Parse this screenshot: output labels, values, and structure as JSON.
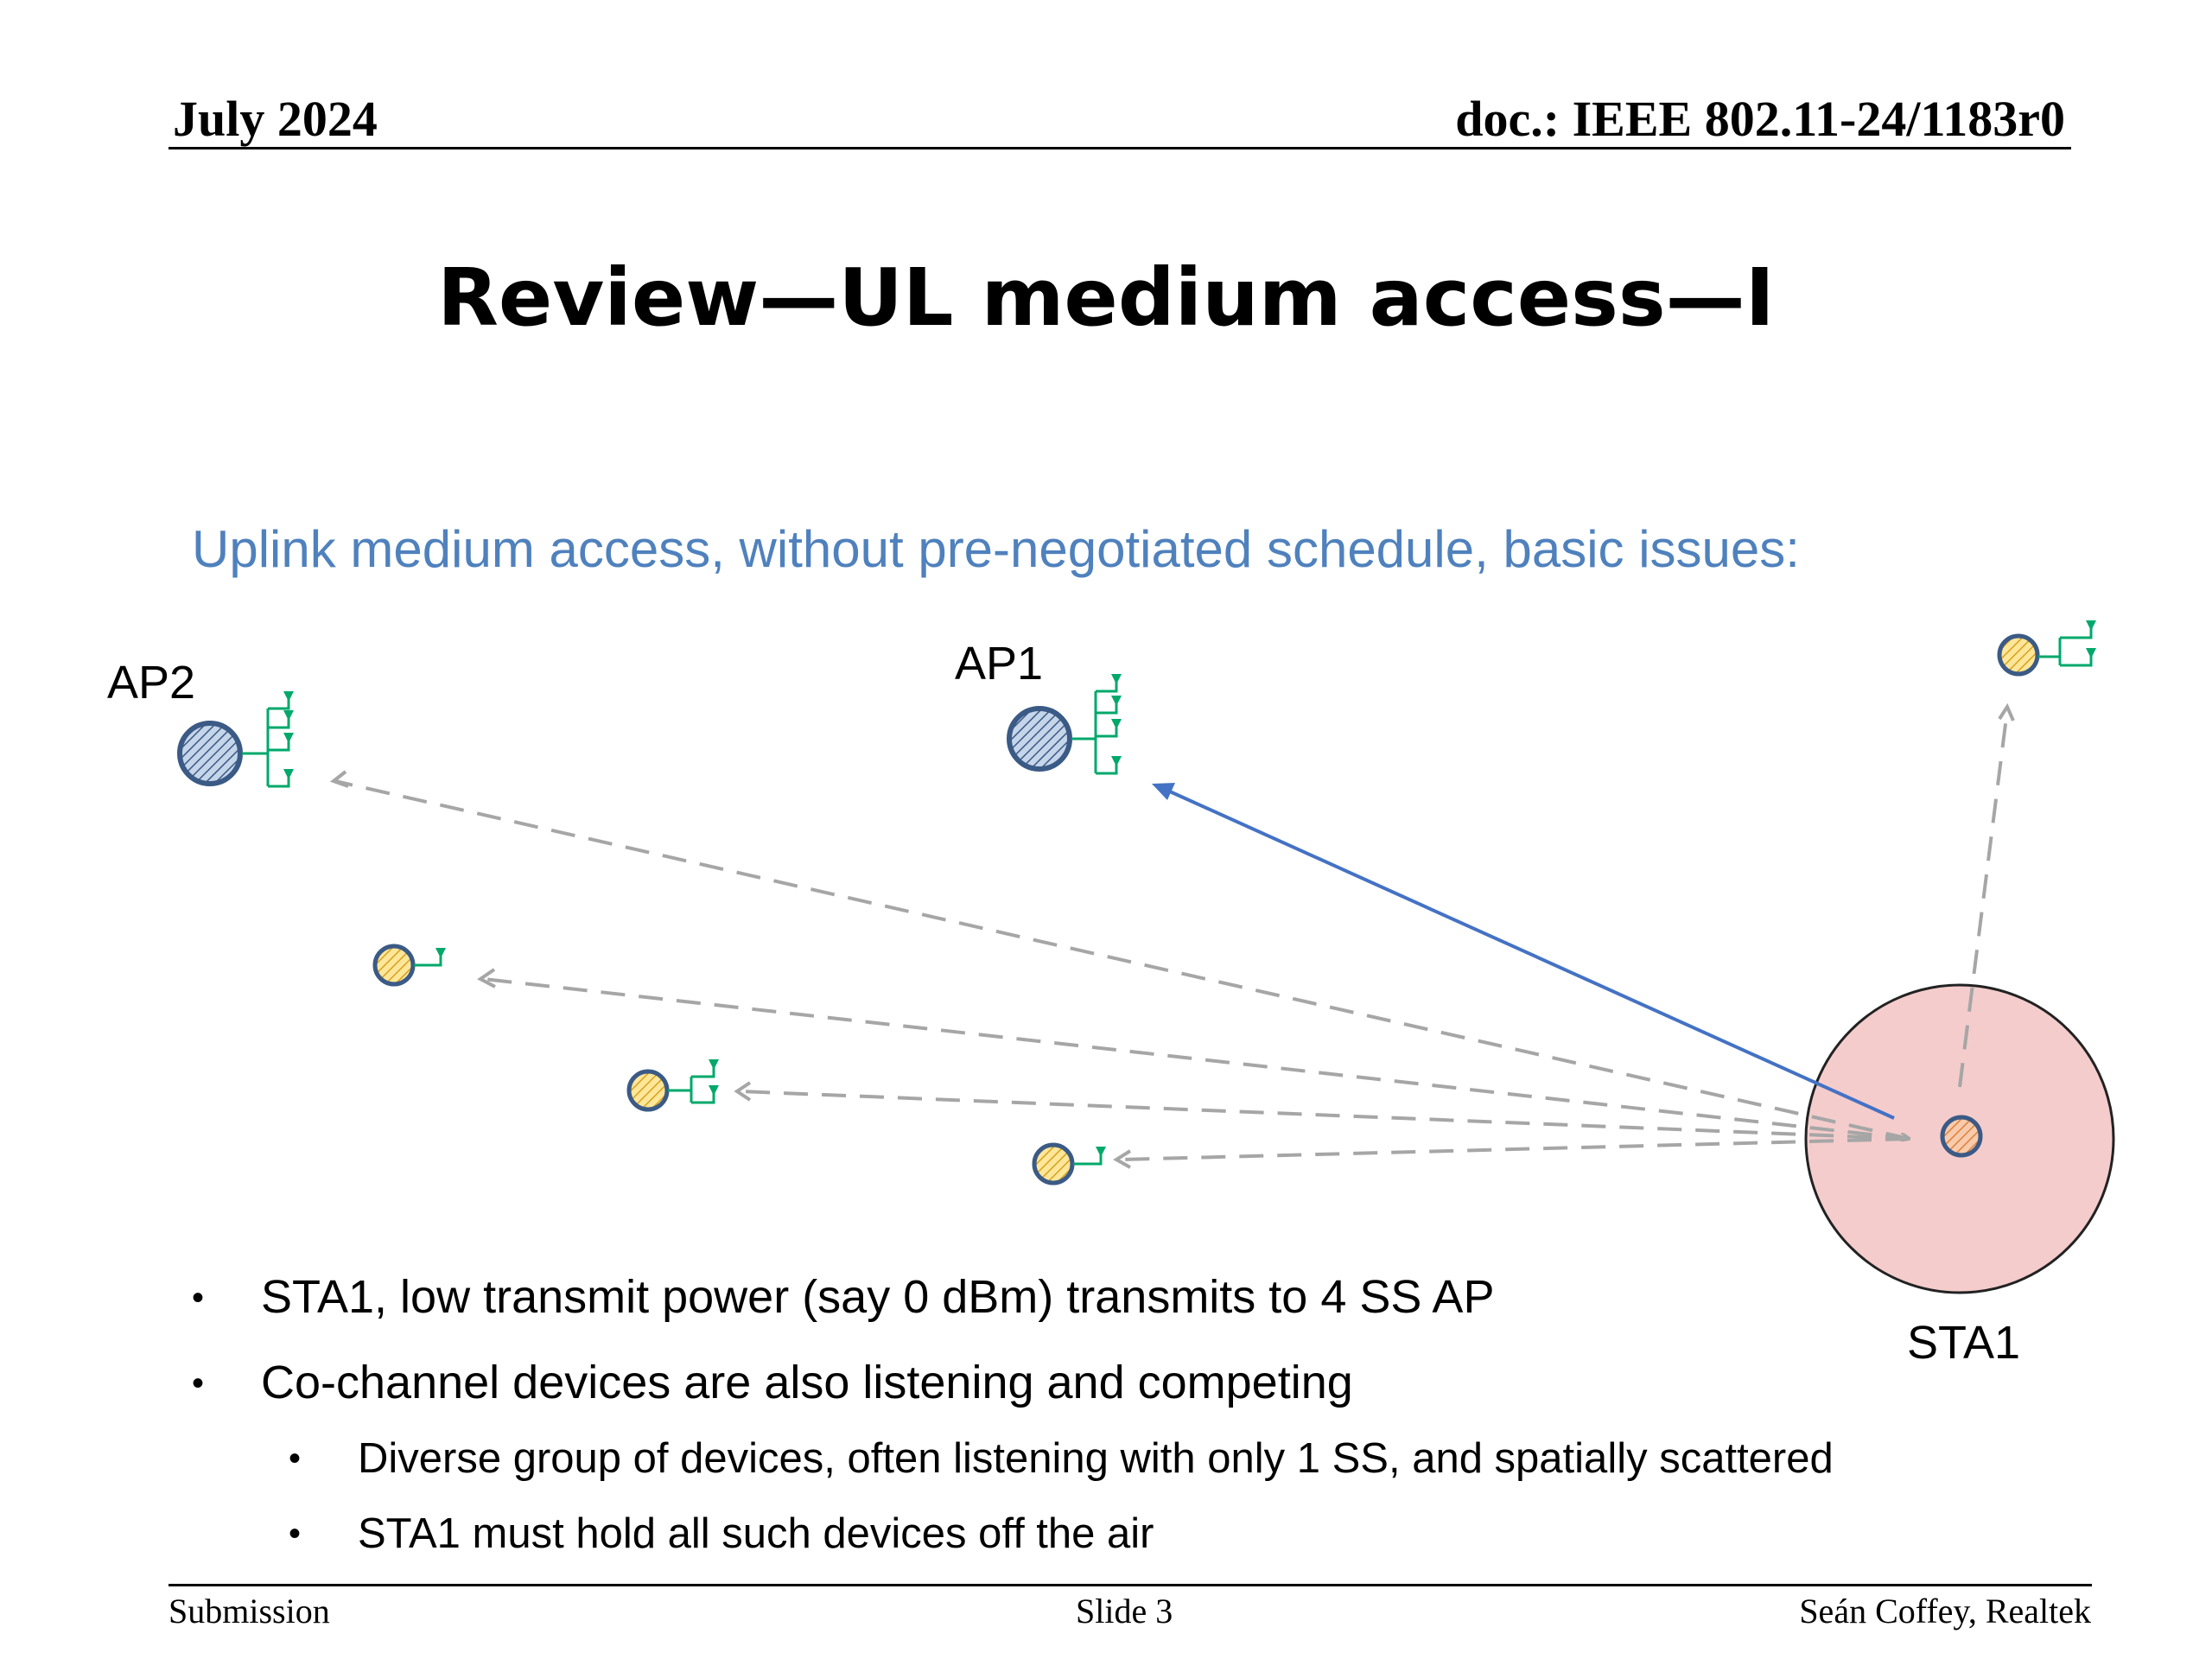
{
  "header": {
    "date": "July 2024",
    "doc": "doc.: IEEE 802.11-24/1183r0"
  },
  "title": "Review—UL medium access—I",
  "subtitle": "Uplink medium access, without pre-negotiated schedule, basic issues:",
  "diagram": {
    "labels": {
      "ap2": "AP2",
      "ap1": "AP1",
      "sta1": "STA1"
    },
    "colors": {
      "ap_fill": "#c5d5ea",
      "ap_stroke": "#3b5a85",
      "sta_fill": "#ffd966",
      "sta1_fill": "#f4b183",
      "antenna": "#00a86b",
      "range_fill": "#f4cccc",
      "tx_arrow": "#4472c4",
      "interference_arrow": "#a6a6a6"
    }
  },
  "bullets": [
    {
      "level": 1,
      "text": "STA1, low transmit power (say 0 dBm) transmits to 4 SS AP"
    },
    {
      "level": 1,
      "text": "Co-channel devices are also listening and competing"
    },
    {
      "level": 2,
      "text": "Diverse group of devices, often listening with only 1 SS, and spatially scattered"
    },
    {
      "level": 2,
      "text": "STA1 must hold all such devices off the air"
    }
  ],
  "footer": {
    "left": "Submission",
    "center": "Slide 3",
    "right": "Seán Coffey, Realtek"
  }
}
